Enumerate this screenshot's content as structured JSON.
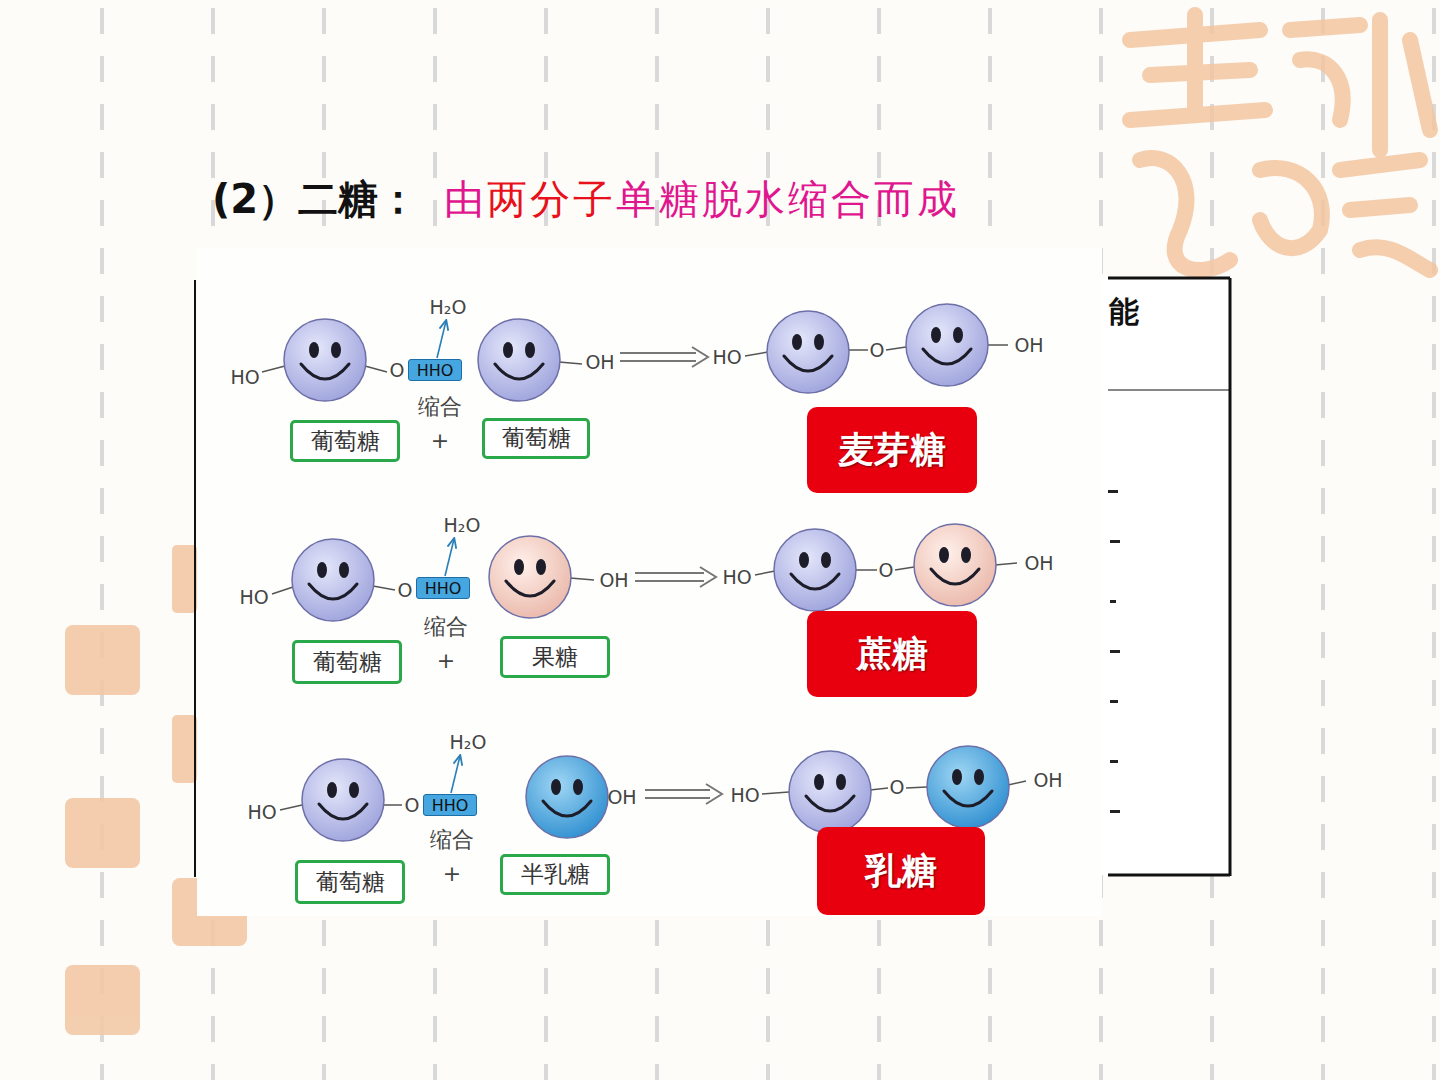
{
  "diagram": {
    "title": "(2）二糖：",
    "nodes": [
      {
        "text": [
          "葡萄糖"
        ]
      },
      {
        "text": [
          "HHO"
        ]
      },
      {
        "text": [
          "葡萄糖"
        ]
      },
      {
        "text": [
          "麦芽糖"
        ]
      },
      {
        "text": [
          "葡萄糖"
        ]
      },
      {
        "text": [
          "HHO"
        ]
      },
      {
        "text": [
          "果糖"
        ]
      },
      {
        "text": [
          "蔗糖"
        ]
      },
      {
        "text": [
          "葡萄糖"
        ]
      },
      {
        "text": [
          "HHO"
        ]
      },
      {
        "text": [
          "半乳糖"
        ]
      },
      {
        "text": [
          "乳糖"
        ]
      }
    ],
    "labels": [
      "由",
      "两分子",
      "单糖脱水缩合而成",
      "H₂O",
      "HO",
      "O",
      "OH",
      "缩合",
      "+",
      "HO",
      "O",
      "OH",
      "H₂O",
      "HO",
      "O",
      "OH",
      "缩合",
      "+",
      "HO",
      "O",
      "OH",
      "H₂O",
      "HO",
      "O",
      "OH",
      "缩合",
      "+",
      "HO",
      "O",
      "OH",
      "能"
    ]
  }
}
